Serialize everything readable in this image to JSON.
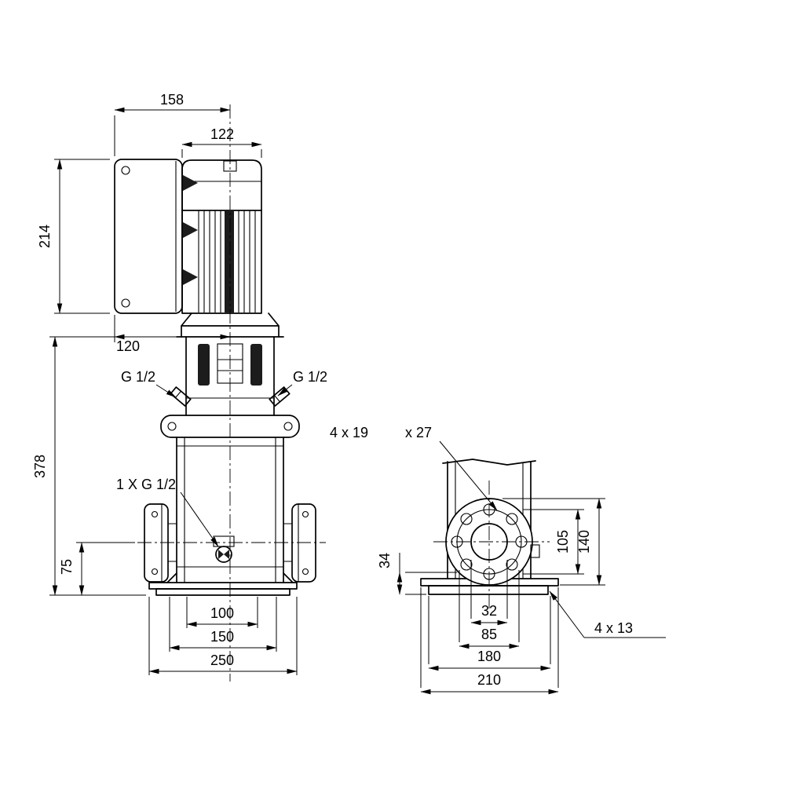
{
  "front_view": {
    "dim_overall_width": "158",
    "dim_motor_width": "122",
    "dim_motor_height": "214",
    "dim_head_width": "120",
    "dim_pump_height": "378",
    "dim_port_height": "75",
    "dim_base_bolt_spacing": "100",
    "dim_base_mid_width": "150",
    "dim_base_length": "250",
    "port_left_label": "G 1/2",
    "port_right_label": "G 1/2",
    "drain_port_label": "1 X G 1/2"
  },
  "side_view": {
    "flange_holes_label_a": "4 x 19",
    "flange_holes_label_b": "x 27",
    "dim_bolt_circle": "105",
    "dim_flange_od": "140",
    "dim_base_height": "34",
    "dim_bore": "32",
    "dim_bolt_pitch": "85",
    "dim_base_width": "180",
    "dim_base_plate_width": "210",
    "base_holes_label": "4 x 13"
  }
}
